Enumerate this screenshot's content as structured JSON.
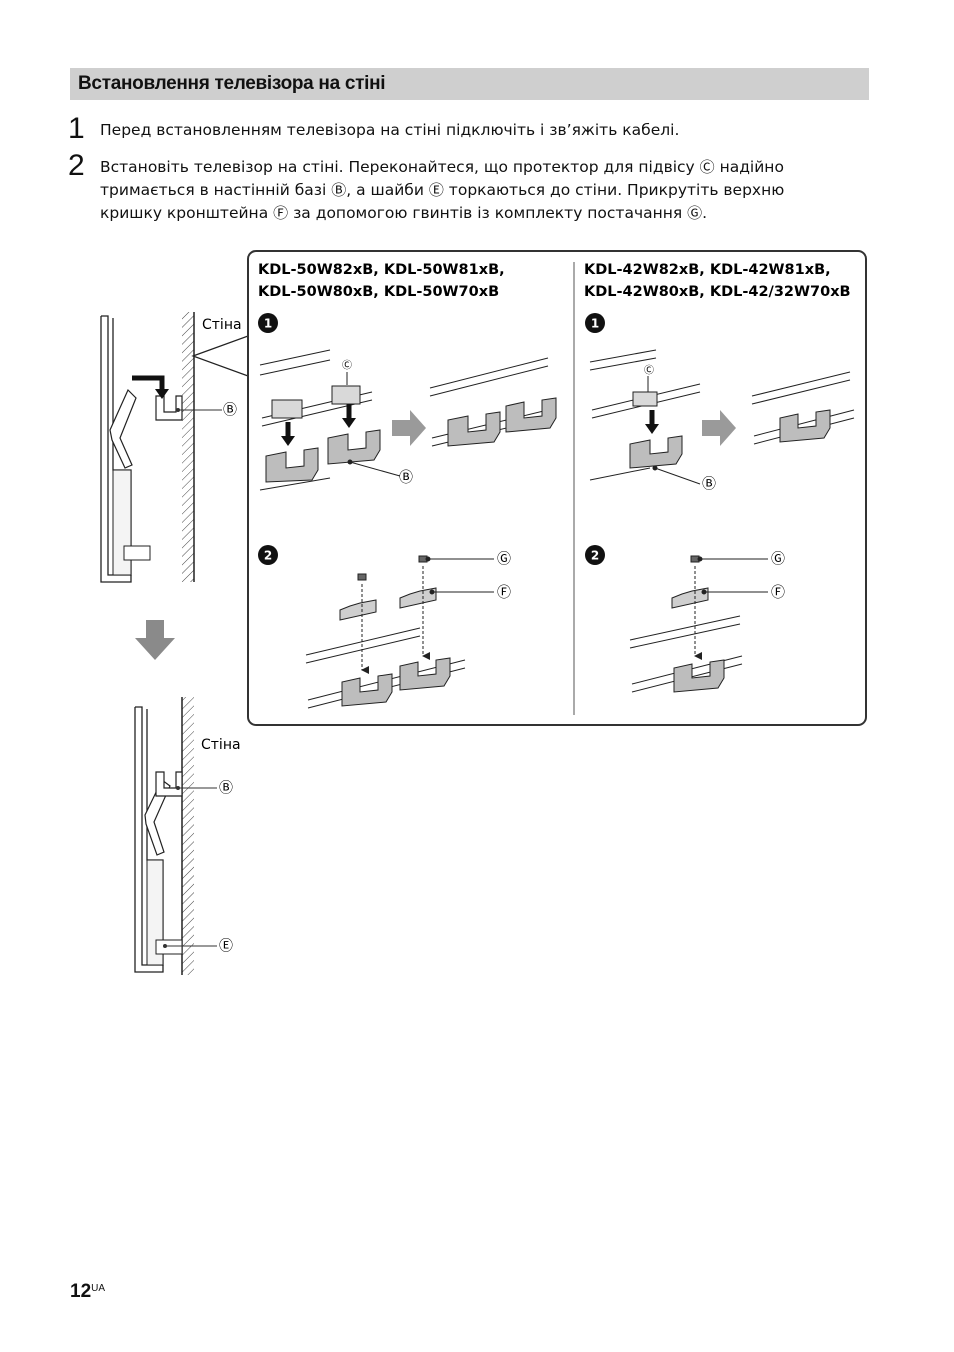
{
  "section_title": "Встановлення телевізора на стіні",
  "steps": [
    {
      "number": "1",
      "text": "Перед встановленням телевізора на стіні підключіть і зв’яжіть кабелі."
    },
    {
      "number": "2",
      "line1_a": "Встановіть телевізор на стіні. Переконайтеся, що протектор для підвісу ",
      "line1_b": " надійно",
      "line2_a": "тримається в настінній базі ",
      "line2_b": ", а шайби ",
      "line2_c": " торкаються до стіни. Прикрутіть верхню",
      "line3_a": "кришку кронштейна ",
      "line3_b": " за допомогою гвинтів із комплекту постачання ",
      "line3_c": "."
    }
  ],
  "parts": {
    "B": "Ⓑ",
    "C": "Ⓒ",
    "E": "Ⓔ",
    "F": "Ⓕ",
    "G": "Ⓖ"
  },
  "figure": {
    "wall_label": "Стіна",
    "step_badge_1": "1",
    "step_badge_2": "2",
    "group_left": {
      "models_line1": "KDL-50W82xB, KDL-50W81xB,",
      "models_line2": "KDL-50W80xB, KDL-50W70xB"
    },
    "group_right": {
      "models_line1": "KDL-42W82xB, KDL-42W81xB,",
      "models_line2": "KDL-42W80xB, KDL-42/32W70xB"
    }
  },
  "footer": {
    "page_number": "12",
    "page_suffix": "UA"
  }
}
